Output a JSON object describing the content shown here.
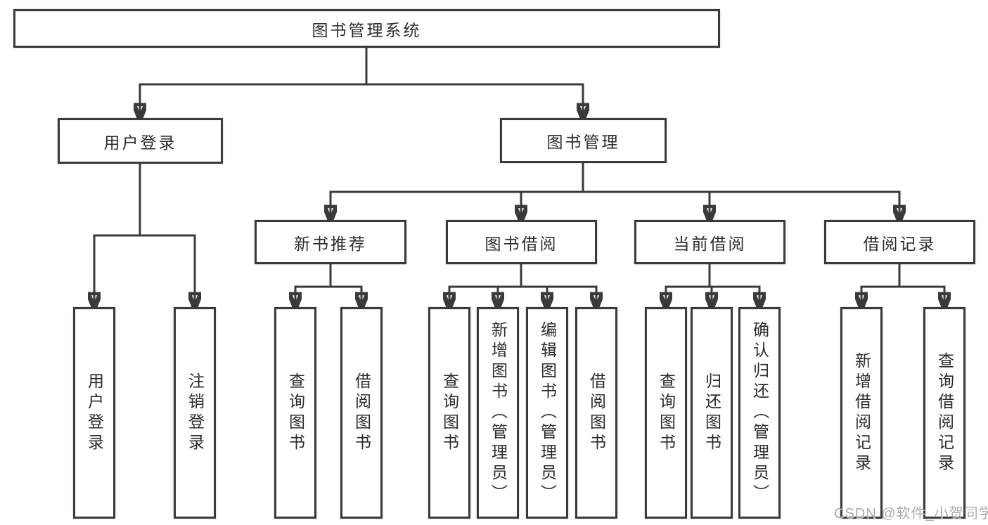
{
  "nodes": {
    "root": "图书管理系统",
    "userLogin": "用户登录",
    "bookMgmt": "图书管理",
    "newBooks": "新书推荐",
    "bookBorrow": "图书借阅",
    "currentBorrow": "当前借阅",
    "borrowRecords": "借阅记录",
    "leafUserLogin": "用户登录",
    "leafLogout": "注销登录",
    "leafNbQuery": "查询图书",
    "leafNbBorrow": "借阅图书",
    "leafBbQuery": "查询图书",
    "leafBbAdd": "新增图书（管理员）",
    "leafBbEdit": "编辑图书（管理员）",
    "leafBbBorrow": "借阅图书",
    "leafCbQuery": "查询图书",
    "leafCbReturn": "归还图书",
    "leafCbConfirm": "确认归还（管理员）",
    "leafBrAdd": "新增借阅记录",
    "leafBrQuery": "查询借阅记录"
  },
  "colors": {
    "line": "#3a3a3a",
    "box_border": "#3a3a3a",
    "watermark": "#9e9e9e"
  },
  "watermark": "CSDN @软件_小贺同学"
}
